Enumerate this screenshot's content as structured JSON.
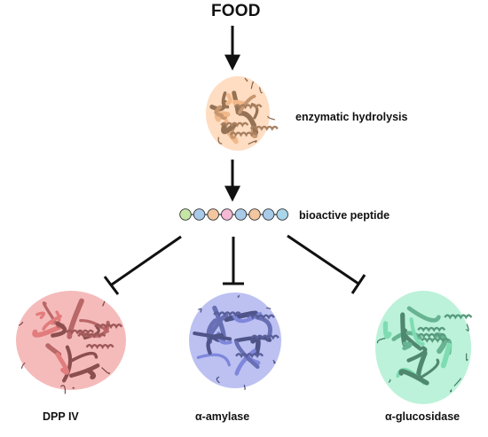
{
  "title": "FOOD",
  "step_hydrolysis": "enzymatic hydrolysis",
  "step_peptide": "bioactive peptide",
  "targets": [
    {
      "name": "DPP IV",
      "color": "#e27d7d"
    },
    {
      "name": "α-amylase",
      "color": "#7f87dc"
    },
    {
      "name": "α-glucosidase",
      "color": "#7fdcb2"
    }
  ],
  "hydrolysis_protein_color": "#f2b889",
  "peptide_bead_colors": [
    "#c6e6a6",
    "#a9cbea",
    "#f3c6a0",
    "#f5b9d6",
    "#a9cbea",
    "#f3c6a0",
    "#a9cbea",
    "#a9d6ea"
  ],
  "icons": {
    "down_arrow": "arrow-down-icon",
    "inhibition": "inhibition-t-bar-icon",
    "protein": "protein-ribbon-icon",
    "peptide": "peptide-chain-icon"
  }
}
